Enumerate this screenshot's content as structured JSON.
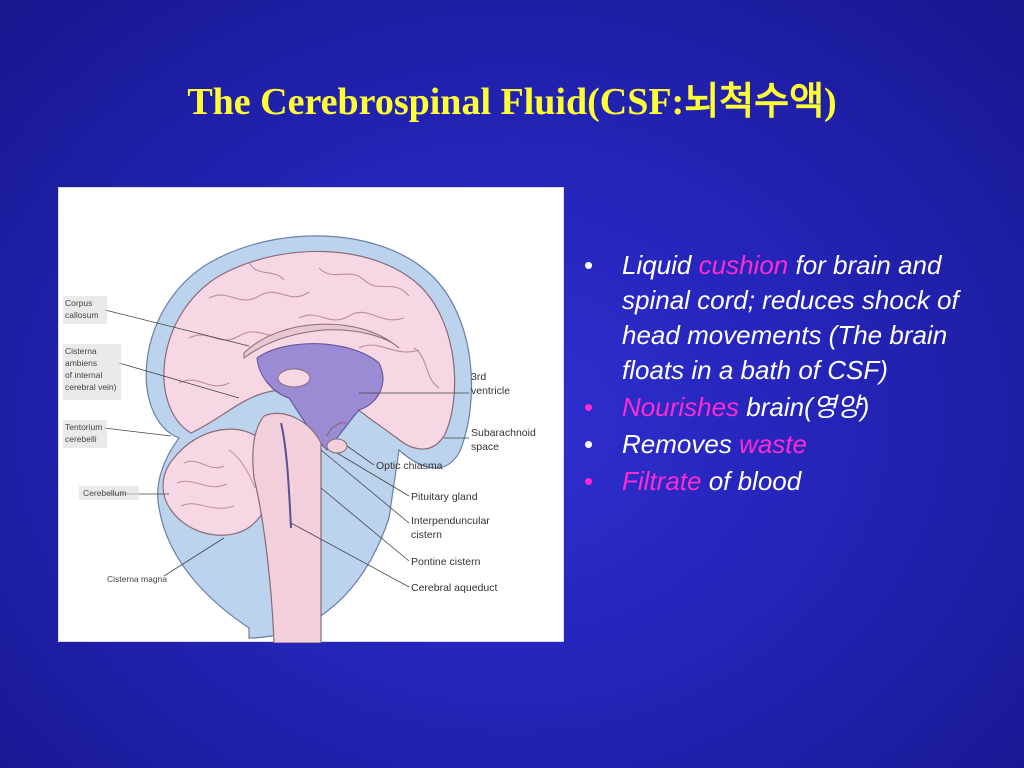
{
  "slide": {
    "title": "The Cerebrospinal Fluid(CSF:뇌척수액)"
  },
  "figure": {
    "labels_left": {
      "corpus_callosum": [
        "Corpus",
        "callosum"
      ],
      "cisterna_ambiens": [
        "Cisterna",
        "ambiens",
        "of internal",
        "cerebral vein)"
      ],
      "tentorium_cerebelli": [
        "Tentorium",
        "cerebelli"
      ],
      "cerebellum": "Cerebellum",
      "cisterna_magna": "Cisterna magna"
    },
    "labels_right": {
      "third_ventricle": [
        "3rd",
        "ventricle"
      ],
      "subarachnoid_space": [
        "Subarachnoid",
        "space"
      ],
      "optic_chiasma": "Optic chiasma",
      "pituitary_gland": "Pituitary gland",
      "interpenduncular_cistern": [
        "Interpenduncular",
        "cistern"
      ],
      "pontine_cistern": "Pontine cistern",
      "cerebral_aqueduct": "Cerebral aqueduct"
    }
  },
  "bullets": [
    {
      "bullet": "•",
      "parts": [
        "Liquid ",
        "cushion",
        " for brain and spinal cord; reduces shock of head movements (The brain floats in a bath of CSF)"
      ]
    },
    {
      "bullet": "•",
      "parts": [
        "Nourishes",
        " brain(영양)"
      ]
    },
    {
      "bullet": "•",
      "parts": [
        "Removes ",
        "waste"
      ]
    },
    {
      "bullet": "•",
      "parts": [
        "Filtrate",
        " of blood"
      ]
    }
  ],
  "colors": {
    "title": "#ffff33",
    "highlight": "#ff2bd0",
    "text": "#ffffff",
    "brain_pink": "#f7d7e3",
    "csf_blue": "#bcd3ee",
    "ventricle_purple": "#9b8bd4"
  }
}
